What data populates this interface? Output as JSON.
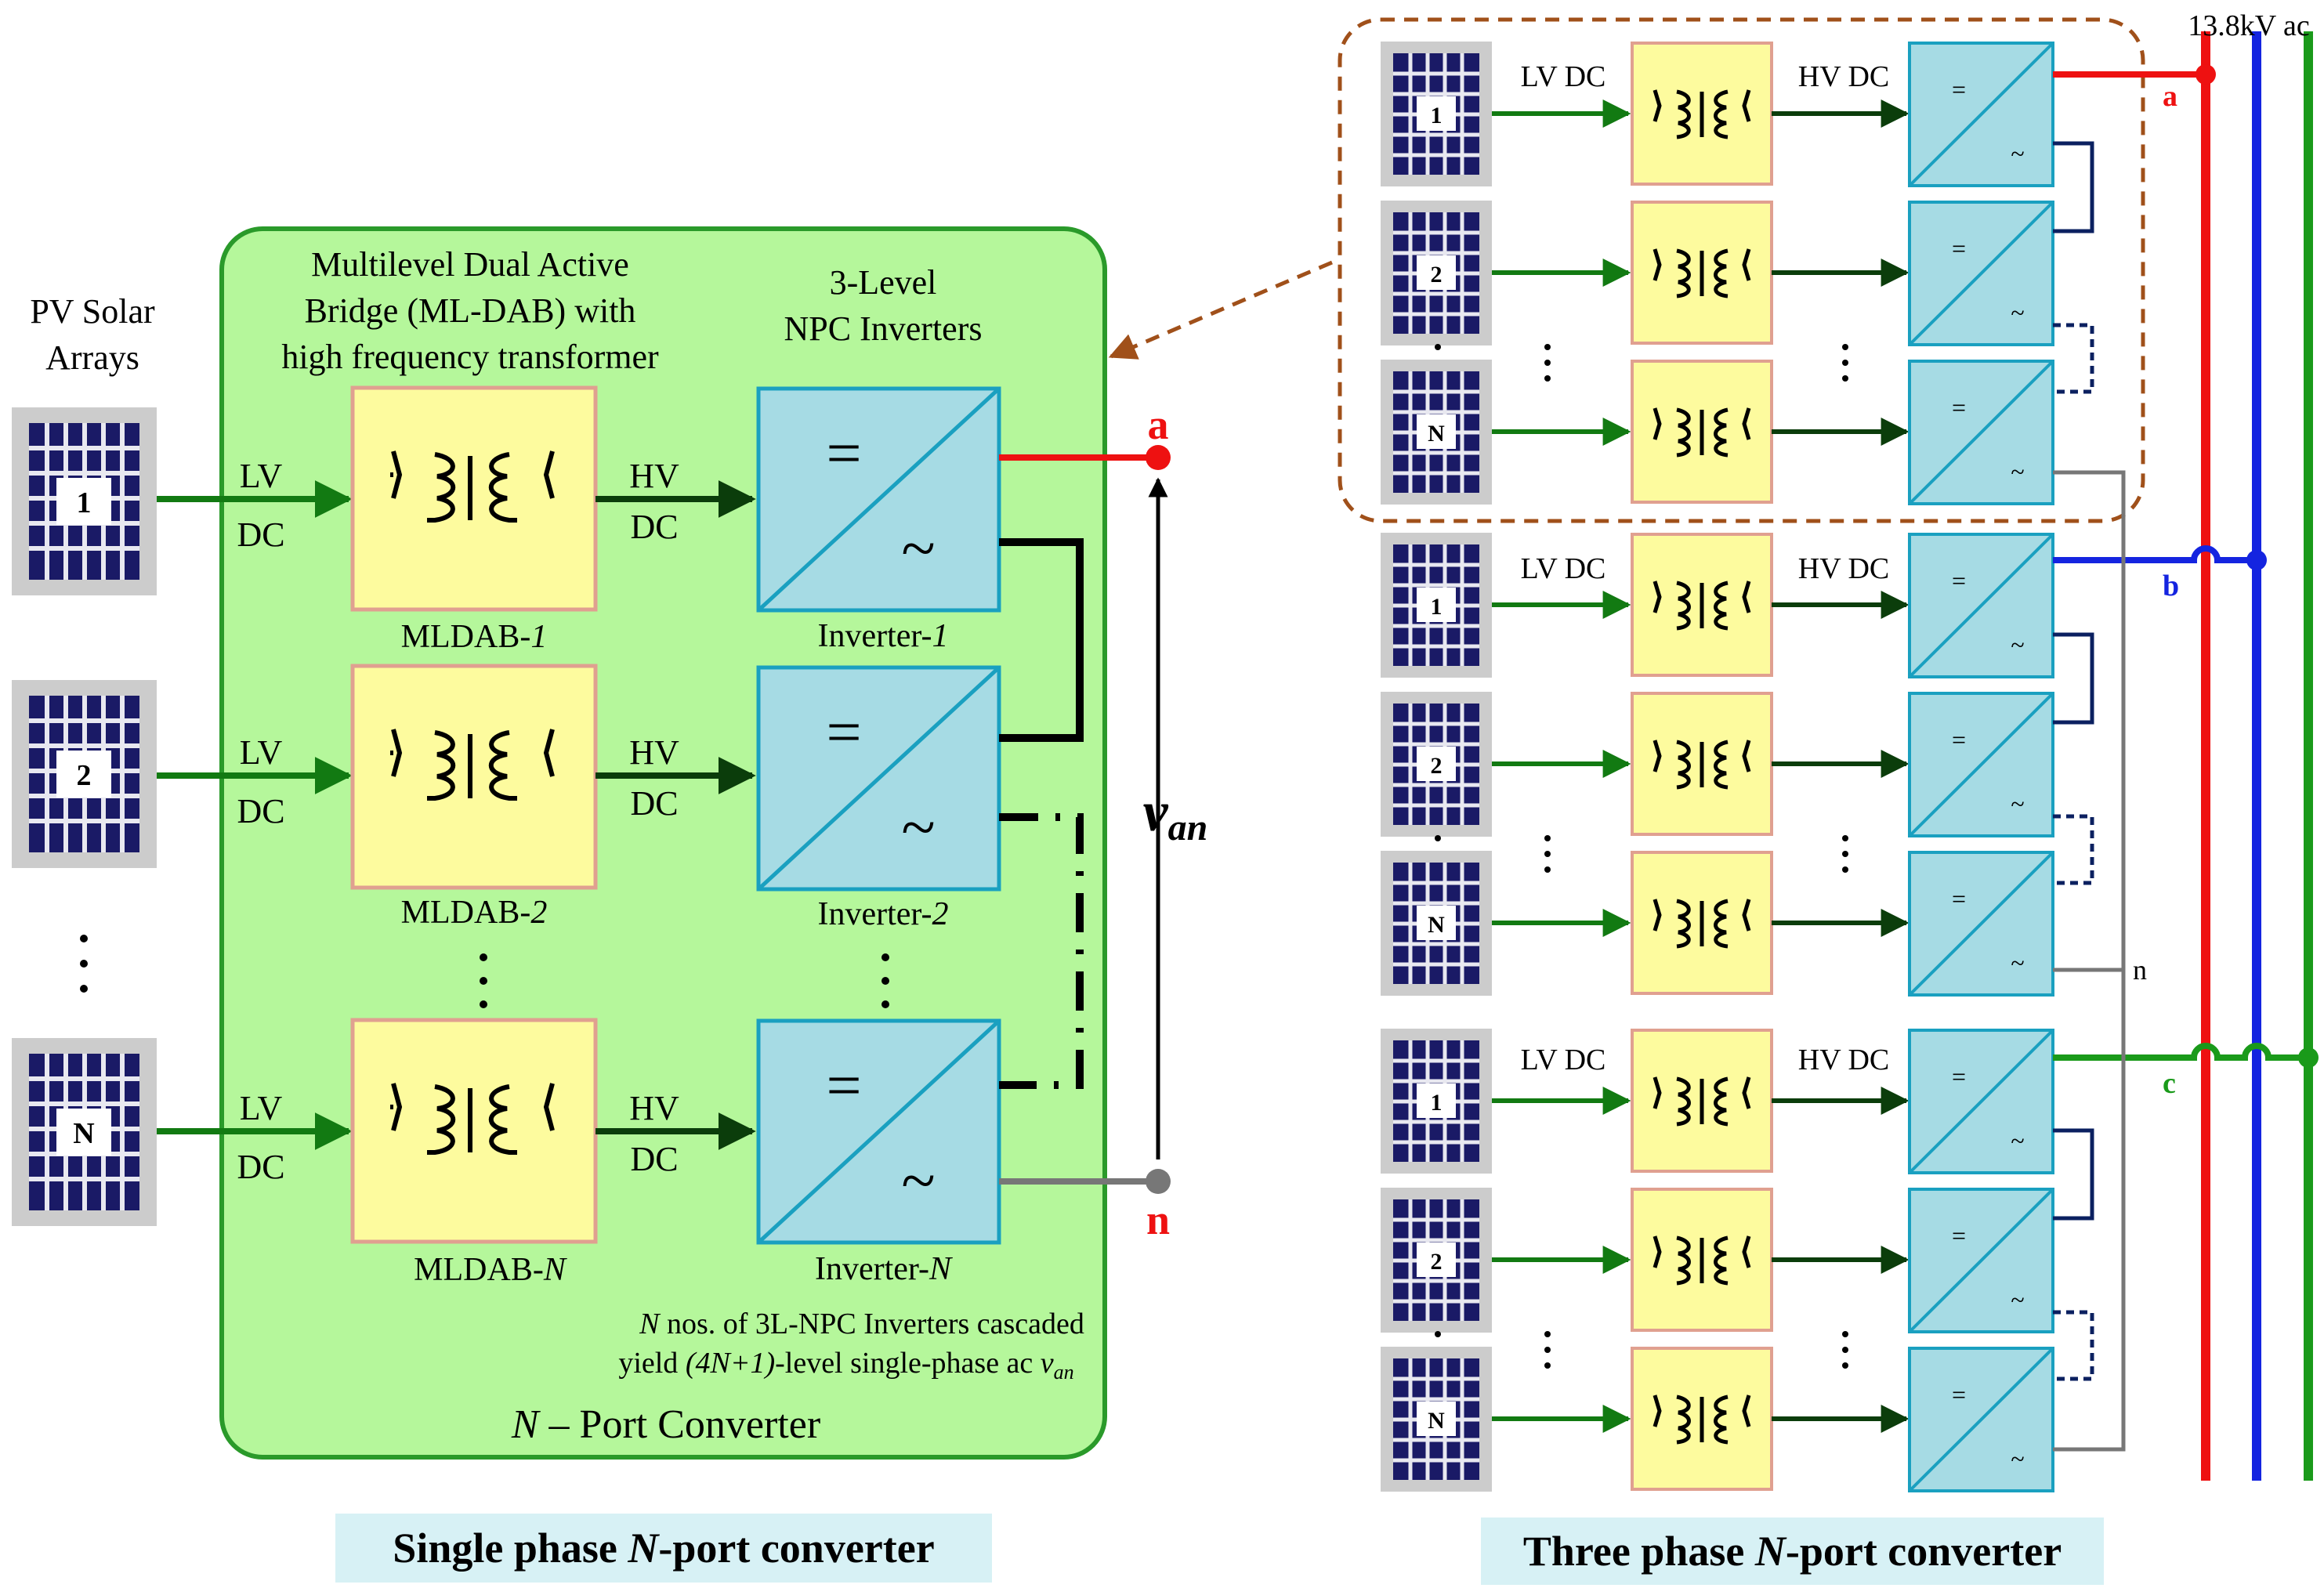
{
  "single_phase": {
    "pv_label_line1": "PV Solar",
    "pv_label_line2": "Arrays",
    "mldab_header": [
      "Multilevel Dual Active",
      "Bridge (ML-DAB) with",
      "high frequency transformer"
    ],
    "npc_header": [
      "3-Level",
      "NPC Inverters"
    ],
    "rows": [
      {
        "pv": "1",
        "mldab_prefix": "MLDAB-",
        "mldab_index": "1",
        "inv_prefix": "Inverter-",
        "inv_index": "1"
      },
      {
        "pv": "2",
        "mldab_prefix": "MLDAB-",
        "mldab_index": "2",
        "inv_prefix": "Inverter-",
        "inv_index": "2"
      },
      {
        "pv": "N",
        "mldab_prefix": "MLDAB-",
        "mldab_index": "N",
        "inv_prefix": "Inverter-",
        "inv_index": "N"
      }
    ],
    "lv_line1": "LV",
    "lv_line2": "DC",
    "hv_line1": "HV",
    "hv_line2": "DC",
    "dc_symbol": "=",
    "ac_symbol": "~",
    "terminal_a": "a",
    "terminal_n": "n",
    "voltage_main": "v",
    "voltage_sub": "an",
    "note_line1_italic": "N",
    "note_line1_rest": " nos. of 3L-NPC Inverters cascaded",
    "note_line2_pre": "yield ",
    "note_line2_italic": "(4N+1)",
    "note_line2_mid": "-level single-phase ac ",
    "note_line2_v": "v",
    "note_line2_sub": "an",
    "port_italic": "N",
    "port_rest": " – Port Converter",
    "caption_pre": "Single phase ",
    "caption_italic": "N",
    "caption_post": "-port converter"
  },
  "three_phase": {
    "grid_label": "13.8kV ac",
    "lv_dc": "LV DC",
    "hv_dc": "HV DC",
    "phase_a": "a",
    "phase_b": "b",
    "phase_c": "c",
    "neutral": "n",
    "pv_labels": [
      "1",
      "2",
      "N",
      "1",
      "2",
      "N",
      "1",
      "2",
      "N"
    ],
    "dc_symbol": "=",
    "ac_symbol": "~",
    "caption_pre": "Three phase ",
    "caption_italic": "N",
    "caption_post": "-port converter"
  },
  "colors": {
    "green_panel": "#b5f79b",
    "mldab_fill": "#fdfb9e",
    "mldab_border": "#e0a090",
    "inverter_fill": "#a6dbe4",
    "inverter_border": "#1aa0c0",
    "arrow_lv": "#127a12",
    "arrow_hv": "#0b3d0b",
    "phase_a": "#ee1111",
    "phase_b": "#1424e0",
    "phase_c": "#1a9a1a",
    "neutral": "#777777",
    "callout": "#a0501a",
    "caption_bg": "#d7f1f5",
    "panel_navy": "#1a1a66"
  }
}
